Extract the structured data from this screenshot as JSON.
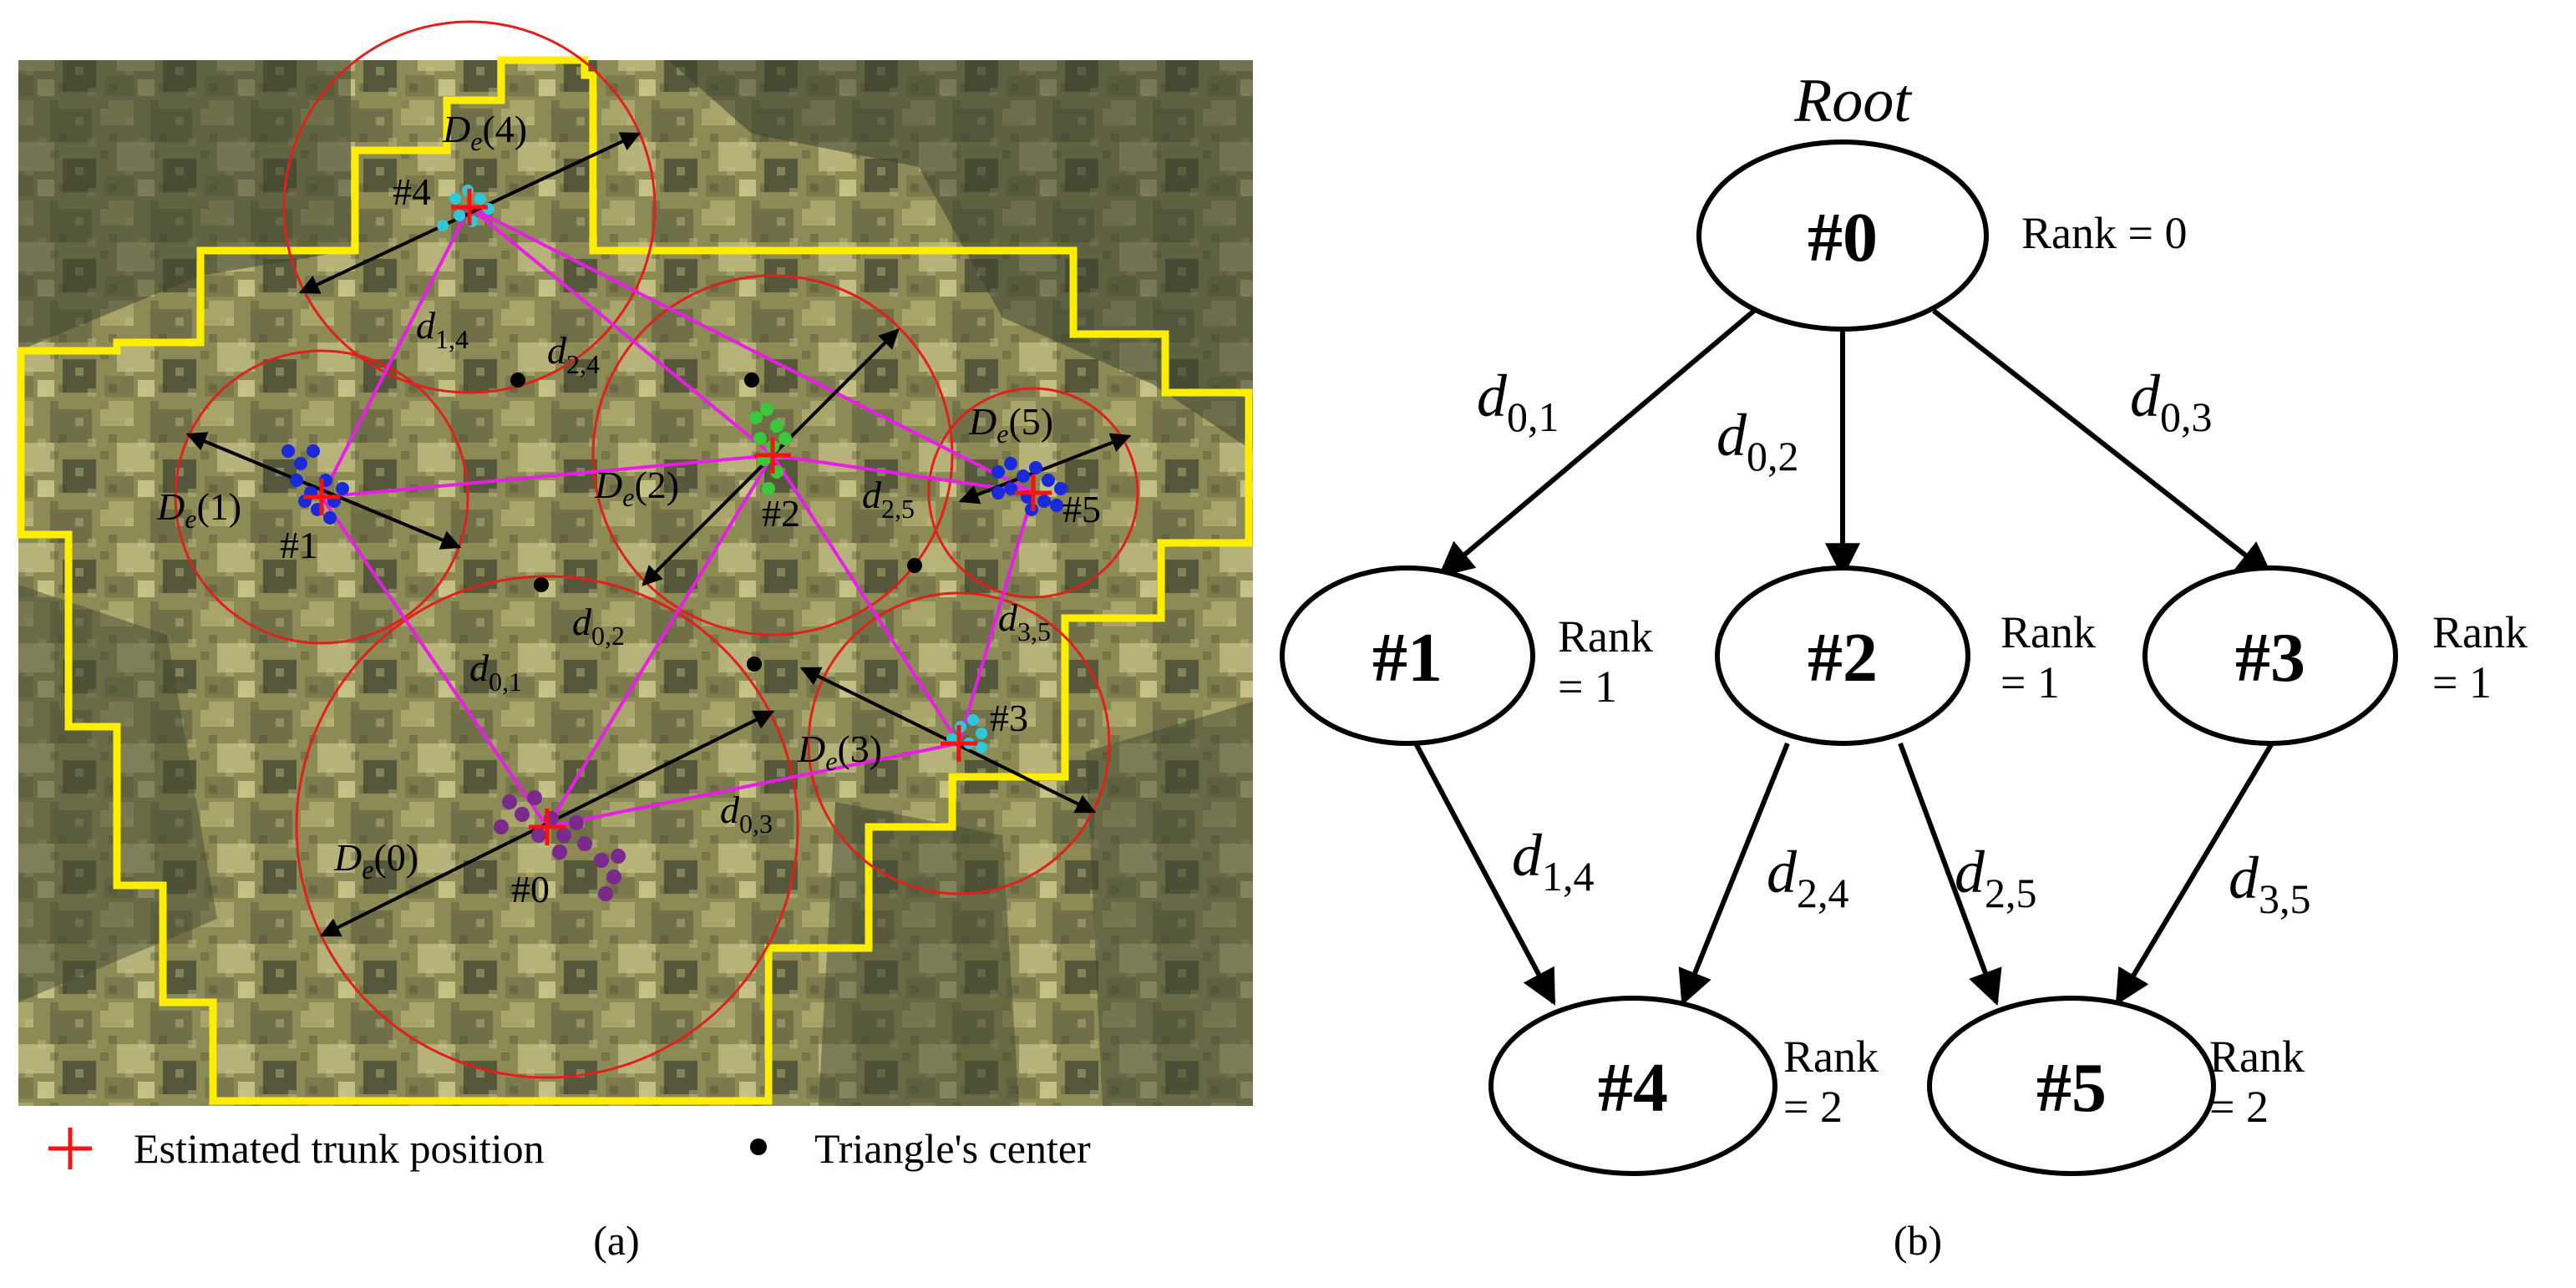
{
  "panel_a": {
    "caption": "(a)",
    "trunks": [
      {
        "id": "#0",
        "label": "#0",
        "color": "#7a2a8a",
        "d_label": "e",
        "de_index": "(0)"
      },
      {
        "id": "#1",
        "label": "#1",
        "color": "#1a2ad8",
        "d_label": "e",
        "de_index": "(1)"
      },
      {
        "id": "#2",
        "label": "#2",
        "color": "#3ac83a",
        "d_label": "e",
        "de_index": "(2)"
      },
      {
        "id": "#3",
        "label": "#3",
        "color": "#30c8d8",
        "d_label": "e",
        "de_index": "(3)"
      },
      {
        "id": "#4",
        "label": "#4",
        "color": "#30c8d8",
        "d_label": "e",
        "de_index": "(4)"
      },
      {
        "id": "#5",
        "label": "#5",
        "color": "#1a2ad8",
        "d_label": "e",
        "de_index": "(5)"
      }
    ],
    "distance_labels": [
      {
        "key": "d01",
        "base": "d",
        "sub": "0,1"
      },
      {
        "key": "d02",
        "base": "d",
        "sub": "0,2"
      },
      {
        "key": "d03",
        "base": "d",
        "sub": "0,3"
      },
      {
        "key": "d14",
        "base": "d",
        "sub": "1,4"
      },
      {
        "key": "d24",
        "base": "d",
        "sub": "2,4"
      },
      {
        "key": "d25",
        "base": "d",
        "sub": "2,5"
      },
      {
        "key": "d35",
        "base": "d",
        "sub": "3,5"
      }
    ],
    "de_base": "D",
    "legend": {
      "trunk": "Estimated trunk position",
      "center": "Triangle's center"
    },
    "colors": {
      "boundary": "#ffee00",
      "circle": "#e0201a",
      "edge": "#e81ee8",
      "arrow": "#000000",
      "marker": "#ff1010"
    }
  },
  "panel_b": {
    "caption": "(b)",
    "root_label": "Root",
    "nodes": [
      {
        "id": "#0",
        "label": "#0",
        "rank_text": "Rank = 0",
        "rank_line1": "",
        "rank_line2": ""
      },
      {
        "id": "#1",
        "label": "#1",
        "rank_text": "",
        "rank_line1": "Rank",
        "rank_line2": "= 1"
      },
      {
        "id": "#2",
        "label": "#2",
        "rank_text": "",
        "rank_line1": "Rank",
        "rank_line2": "= 1"
      },
      {
        "id": "#3",
        "label": "#3",
        "rank_text": "",
        "rank_line1": "Rank",
        "rank_line2": "= 1"
      },
      {
        "id": "#4",
        "label": "#4",
        "rank_text": "",
        "rank_line1": "Rank",
        "rank_line2": "= 2"
      },
      {
        "id": "#5",
        "label": "#5",
        "rank_text": "",
        "rank_line1": "Rank",
        "rank_line2": "= 2"
      }
    ],
    "edges": [
      {
        "from": "#0",
        "to": "#1",
        "base": "d",
        "sub": "0,1"
      },
      {
        "from": "#0",
        "to": "#2",
        "base": "d",
        "sub": "0,2"
      },
      {
        "from": "#0",
        "to": "#3",
        "base": "d",
        "sub": "0,3"
      },
      {
        "from": "#1",
        "to": "#4",
        "base": "d",
        "sub": "1,4"
      },
      {
        "from": "#2",
        "to": "#4",
        "base": "d",
        "sub": "2,4"
      },
      {
        "from": "#2",
        "to": "#5",
        "base": "d",
        "sub": "2,5"
      },
      {
        "from": "#3",
        "to": "#5",
        "base": "d",
        "sub": "3,5"
      }
    ]
  }
}
